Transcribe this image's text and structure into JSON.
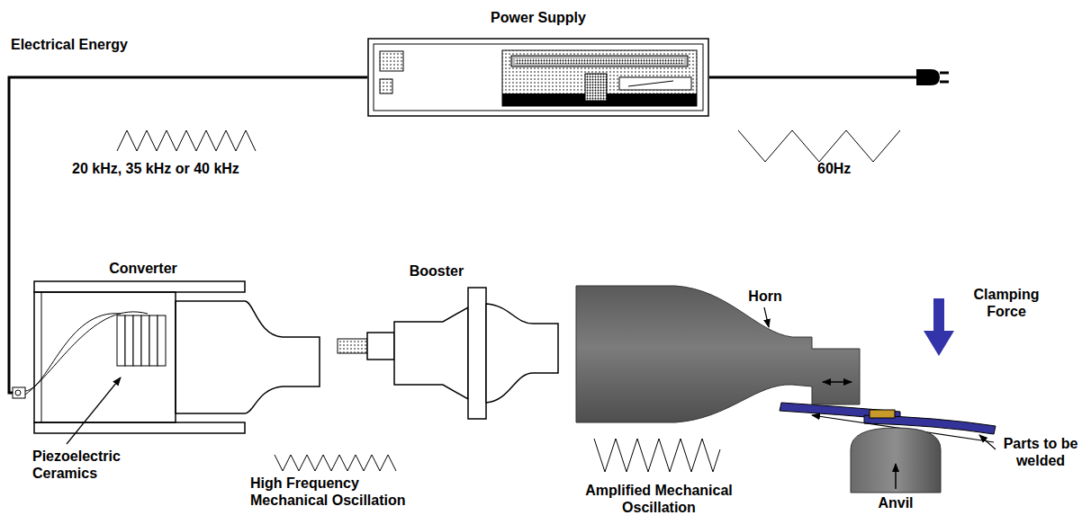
{
  "diagram": {
    "nodes": [
      {
        "text": [
          "Power Supply"
        ]
      },
      {
        "text": [
          "Converter"
        ]
      },
      {
        "text": [
          "Booster"
        ]
      },
      {
        "text": [
          "Horn"
        ]
      },
      {
        "text": [
          "Anvil"
        ]
      }
    ],
    "edges": [
      {
        "from": 0,
        "to": 1,
        "arrow": "none"
      }
    ],
    "labels": [
      "Electrical Energy",
      "20 kHz, 35 kHz or 40 kHz",
      "60Hz",
      "Piezoelectric Ceramics",
      "High Frequency Mechanical Oscillation",
      "Amplified Mechanical Oscillation",
      "Clamping Force",
      "Parts to be welded"
    ]
  }
}
